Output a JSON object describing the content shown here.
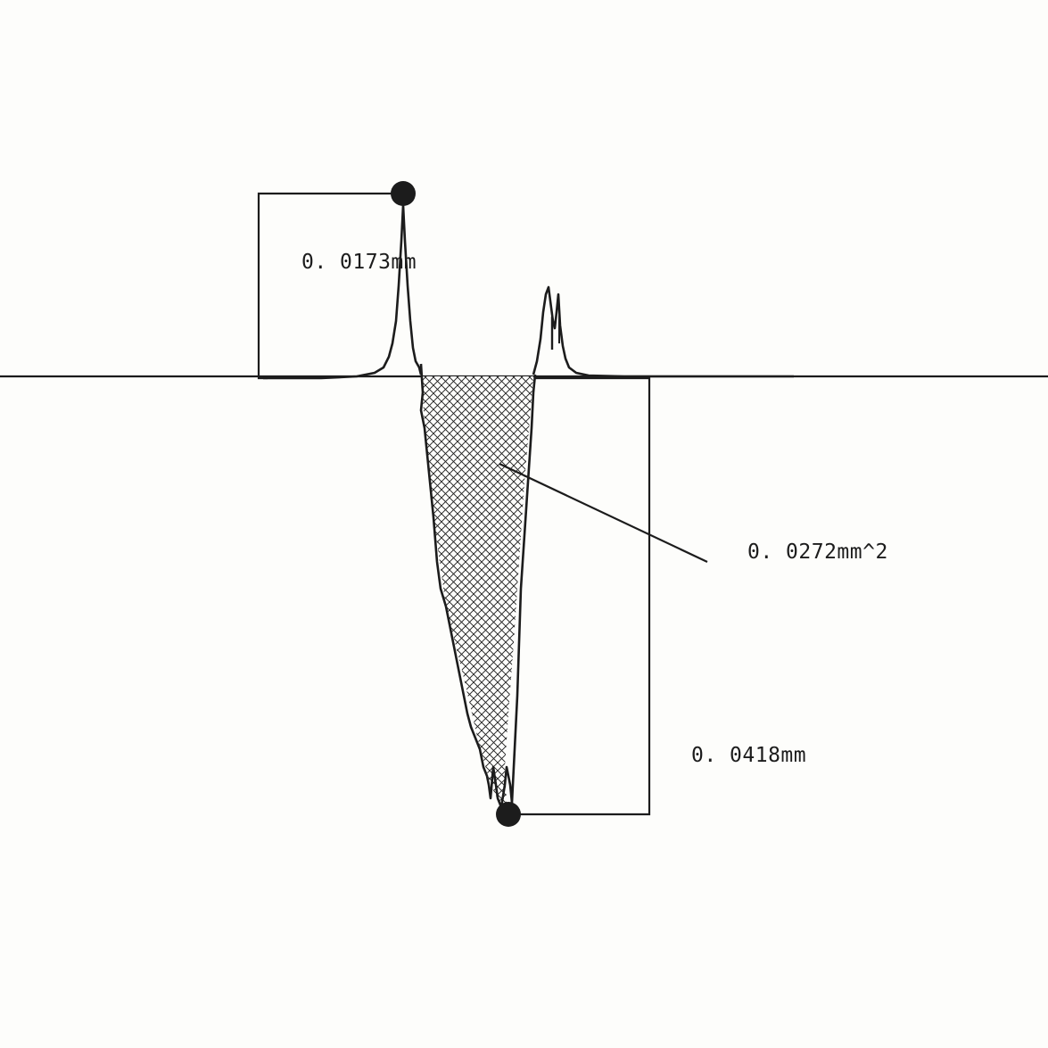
{
  "annotations": {
    "peak_height": "0. 0173mm",
    "groove_area": "0. 0272mm^2",
    "groove_depth": "0. 0418mm"
  },
  "colors": {
    "ink": "#1c1c1c",
    "background": "#fdfdfb"
  }
}
